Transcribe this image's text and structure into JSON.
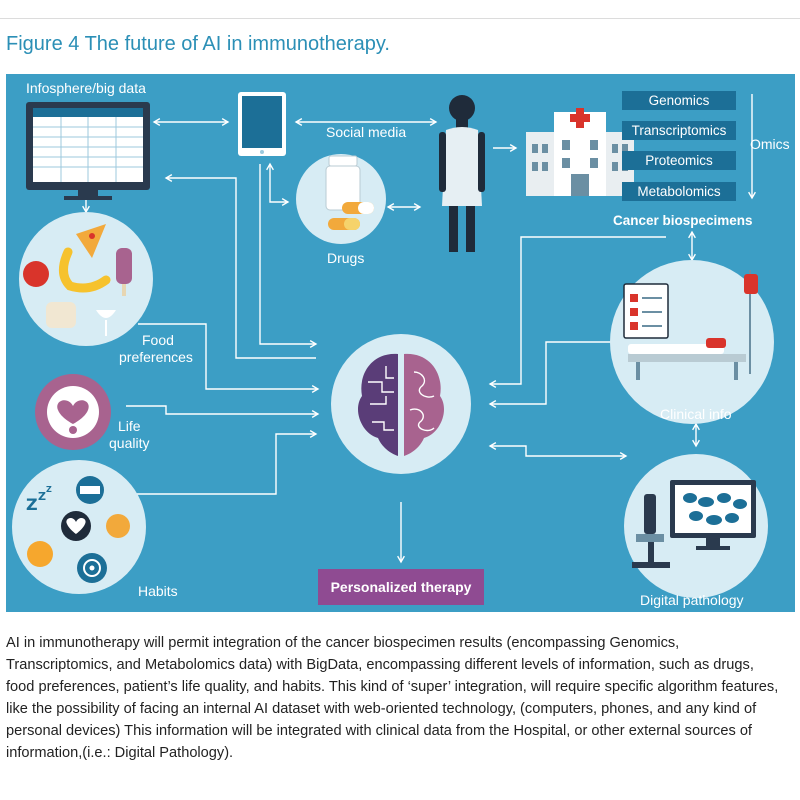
{
  "figure": {
    "title": "Figure 4 The future of AI in immunotherapy.",
    "caption": "AI in immunotherapy will permit integration of the cancer biospecimen results (encompassing Genomics, Transcriptomics, and Metabolomics data) with BigData, encompassing different levels of information, such as drugs, food preferences, patient’s life quality, and habits. This kind of ‘super’ integration, will require specific algorithm features, like the possibility of facing an internal AI dataset with web-oriented technology, (computers, phones, and any kind of personal devices) This information will be integrated with clinical data from the Hospital, or other external sources of information,(i.e.: Digital Pathology)."
  },
  "diagram": {
    "infosphere_label": "Infosphere/big data",
    "social_media_label": "Social media",
    "drugs_label": "Drugs",
    "food_label_line1": "Food",
    "food_label_line2": "preferences",
    "life_label_line1": "Life",
    "life_label_line2": "quality",
    "habits_label": "Habits",
    "omics_label": "Omics",
    "omics_items": [
      "Genomics",
      "Transcriptomics",
      "Proteomics",
      "Metabolomics"
    ],
    "cancer_biospecimens_label": "Cancer biospecimens",
    "clinical_info_label": "Clinical info",
    "digital_pathology_label": "Digital pathology",
    "personalized_therapy_label": "Personalized therapy",
    "colors": {
      "background": "#3c9ec5",
      "circle": "#d7ecf4",
      "dark_blue": "#1c6f97",
      "purple": "#8f4b92",
      "title": "#2b8fb6"
    }
  }
}
